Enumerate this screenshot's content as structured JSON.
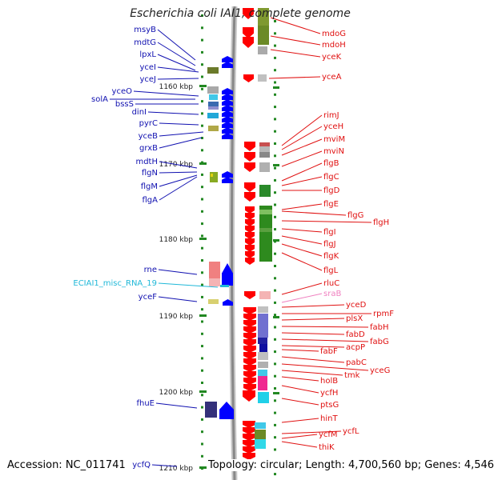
{
  "title": "Escherichia coli IAI1, complete genome",
  "footer": {
    "accession": "Accession: NC_011741",
    "summary": "Topology: circular; Length: 4,700,560 bp; Genes: 4,546"
  },
  "colors": {
    "left_label": "#1010b0",
    "right_label": "#e01010",
    "misc_rna": "#20b8d8",
    "srna": "#f080c0",
    "backbone": "#888888",
    "tick": "#228822",
    "plus_strand_arrow": "#0000ff",
    "minus_strand_arrow": "#ff0000"
  },
  "scale": {
    "unit": "kbp",
    "ticks": [
      {
        "label": "1160 kbp"
      },
      {
        "label": "1170 kbp"
      },
      {
        "label": "1180 kbp"
      },
      {
        "label": "1190 kbp"
      },
      {
        "label": "1200 kbp"
      },
      {
        "label": "1210 kbp"
      }
    ]
  },
  "left_genes": [
    {
      "name": "msyB"
    },
    {
      "name": "mdtG"
    },
    {
      "name": "lpxL"
    },
    {
      "name": "yceI"
    },
    {
      "name": "yceJ"
    },
    {
      "name": "yceO"
    },
    {
      "name": "solA"
    },
    {
      "name": "bssS"
    },
    {
      "name": "dinI"
    },
    {
      "name": "pyrC"
    },
    {
      "name": "yceB"
    },
    {
      "name": "grxB"
    },
    {
      "name": "mdtH"
    },
    {
      "name": "flgN"
    },
    {
      "name": "flgM"
    },
    {
      "name": "flgA"
    },
    {
      "name": "rne"
    },
    {
      "name": "ECIAI1_misc_RNA_19",
      "kind": "misc_rna"
    },
    {
      "name": "yceF"
    },
    {
      "name": "fhuE"
    },
    {
      "name": "ycfQ"
    }
  ],
  "right_genes": [
    {
      "name": "mdoG"
    },
    {
      "name": "mdoH"
    },
    {
      "name": "yceK"
    },
    {
      "name": "yceA"
    },
    {
      "name": "rimJ"
    },
    {
      "name": "yceH"
    },
    {
      "name": "mviM"
    },
    {
      "name": "mviN"
    },
    {
      "name": "flgB"
    },
    {
      "name": "flgC"
    },
    {
      "name": "flgD"
    },
    {
      "name": "flgE"
    },
    {
      "name": "flgG"
    },
    {
      "name": "flgH"
    },
    {
      "name": "flgI"
    },
    {
      "name": "flgJ"
    },
    {
      "name": "flgK"
    },
    {
      "name": "flgL"
    },
    {
      "name": "rluC"
    },
    {
      "name": "sraB",
      "kind": "srna"
    },
    {
      "name": "yceD"
    },
    {
      "name": "rpmF"
    },
    {
      "name": "plsX"
    },
    {
      "name": "fabH"
    },
    {
      "name": "fabD"
    },
    {
      "name": "fabG"
    },
    {
      "name": "acpP"
    },
    {
      "name": "fabF"
    },
    {
      "name": "pabC"
    },
    {
      "name": "yceG"
    },
    {
      "name": "tmk"
    },
    {
      "name": "holB"
    },
    {
      "name": "ycfH"
    },
    {
      "name": "ptsG"
    },
    {
      "name": "hinT"
    },
    {
      "name": "ycfL"
    },
    {
      "name": "ycfM"
    },
    {
      "name": "thiK"
    }
  ]
}
